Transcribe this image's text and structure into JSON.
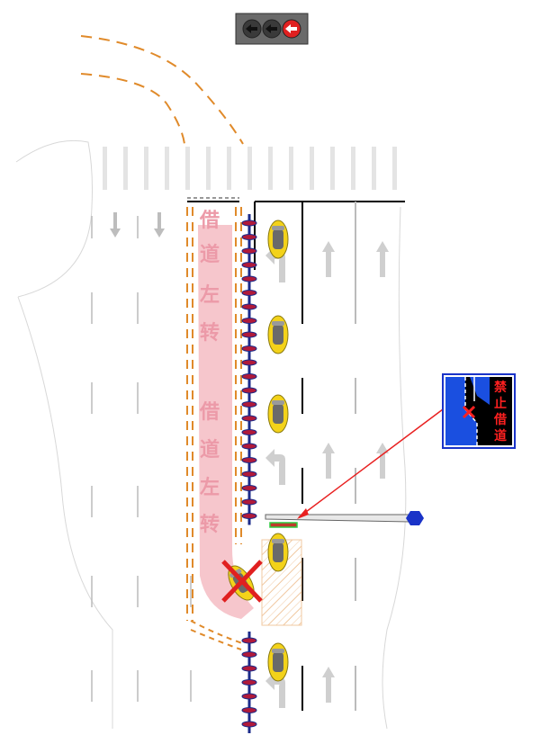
{
  "borrow_lane_text": [
    "借",
    "道",
    "左",
    "转"
  ],
  "sign_text": [
    "禁",
    "止",
    "借",
    "道"
  ],
  "traffic_light": {
    "icon": "left-arrow-icon",
    "active_color": "#e02020",
    "inactive_color": "#3a3a3a"
  },
  "colors": {
    "lane_marking": "#e08a2a",
    "pink_zone": "#f6c6cc",
    "car_body": "#f3d21a",
    "sign_bg": "#000000",
    "sign_blue": "#1a4fe0",
    "leader_line": "#e82020",
    "pole_cap": "#1a33c8"
  }
}
